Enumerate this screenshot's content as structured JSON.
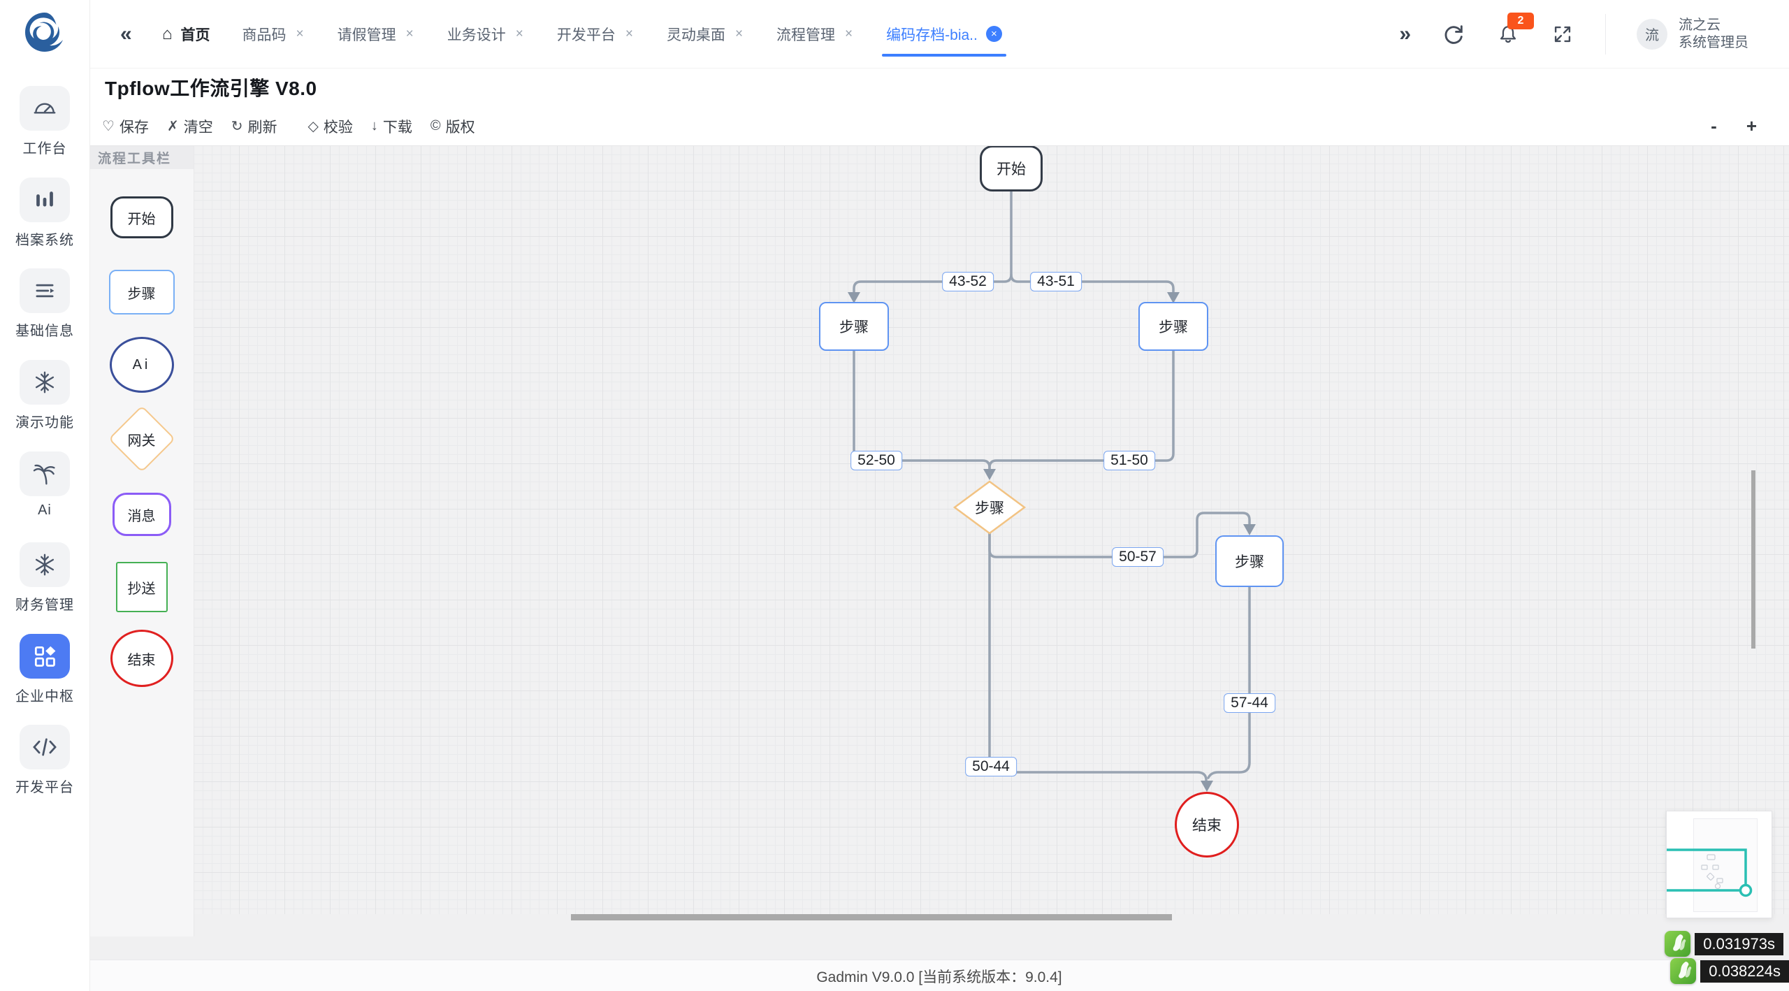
{
  "colors": {
    "accent": "#3d7fff",
    "notification_badge": "#fa541c",
    "sidebar_active_bg": "#4d7bf3",
    "minimap_viewport": "#2abfb3",
    "edge_line": "#98a3b1",
    "node_start_border": "#333b47",
    "node_step_border": "#5f94f2",
    "node_gateway_border": "#f2c383",
    "node_message_border": "#8b5cf6",
    "node_cc_border": "#45b054",
    "node_end_border": "#e01e1e"
  },
  "sidebar": {
    "items": [
      {
        "label": "工作台",
        "icon": "dashboard-gauge-icon"
      },
      {
        "label": "档案系统",
        "icon": "bar-chart-icon"
      },
      {
        "label": "基础信息",
        "icon": "list-icon"
      },
      {
        "label": "演示功能",
        "icon": "snowflake-icon"
      },
      {
        "label": "Ai",
        "icon": "palm-tree-icon"
      },
      {
        "label": "财务管理",
        "icon": "snowflake-icon"
      },
      {
        "label": "企业中枢",
        "icon": "grid-icon",
        "active": true
      },
      {
        "label": "开发平台",
        "icon": "code-icon"
      }
    ]
  },
  "header": {
    "collapse_glyph": "«",
    "expand_glyph": "»",
    "close_glyph": "×",
    "tabs": [
      {
        "label": "首页",
        "home": true
      },
      {
        "label": "商品码",
        "closable": true
      },
      {
        "label": "请假管理",
        "closable": true
      },
      {
        "label": "业务设计",
        "closable": true
      },
      {
        "label": "开发平台",
        "closable": true
      },
      {
        "label": "灵动桌面",
        "closable": true
      },
      {
        "label": "流程管理",
        "closable": true
      },
      {
        "label": "编码存档-bia..",
        "closable": true,
        "active": true
      }
    ],
    "notification_count": "2",
    "user": {
      "avatar_text": "流",
      "name": "流之云",
      "role": "系统管理员"
    }
  },
  "workflow": {
    "title": "Tpflow工作流引擎 V8.0",
    "toolbar": {
      "save_icon": "♡",
      "save": "保存",
      "clear_icon": "✗",
      "clear": "清空",
      "refresh_icon": "↻",
      "refresh": "刷新",
      "validate_icon": "◇",
      "validate": "校验",
      "download_icon": "↓",
      "download": "下载",
      "copyright_icon": "©",
      "copyright": "版权",
      "zoom_out": "-",
      "zoom_in": "+"
    },
    "palette": {
      "title": "流程工具栏",
      "items": [
        {
          "label": "开始",
          "shape": "start"
        },
        {
          "label": "步骤",
          "shape": "step"
        },
        {
          "label": "Ai",
          "shape": "ellipse"
        },
        {
          "label": "网关",
          "shape": "gateway"
        },
        {
          "label": "消息",
          "shape": "message"
        },
        {
          "label": "抄送",
          "shape": "cc"
        },
        {
          "label": "结束",
          "shape": "end"
        }
      ]
    },
    "canvas": {
      "nodes": [
        {
          "label": "开始",
          "type": "start"
        },
        {
          "label": "步骤",
          "type": "step"
        },
        {
          "label": "步骤",
          "type": "step"
        },
        {
          "label": "步骤",
          "type": "gateway"
        },
        {
          "label": "步骤",
          "type": "step"
        },
        {
          "label": "结束",
          "type": "end"
        }
      ],
      "edges": [
        {
          "label": "43-52"
        },
        {
          "label": "43-51"
        },
        {
          "label": "52-50"
        },
        {
          "label": "51-50"
        },
        {
          "label": "50-57"
        },
        {
          "label": "57-44"
        },
        {
          "label": "50-44"
        }
      ]
    }
  },
  "footer": {
    "version_text": "Gadmin V9.0.0 [当前系统版本：9.0.4]"
  },
  "perf": [
    {
      "time": "0.031973s"
    },
    {
      "time": "0.038224s"
    }
  ]
}
